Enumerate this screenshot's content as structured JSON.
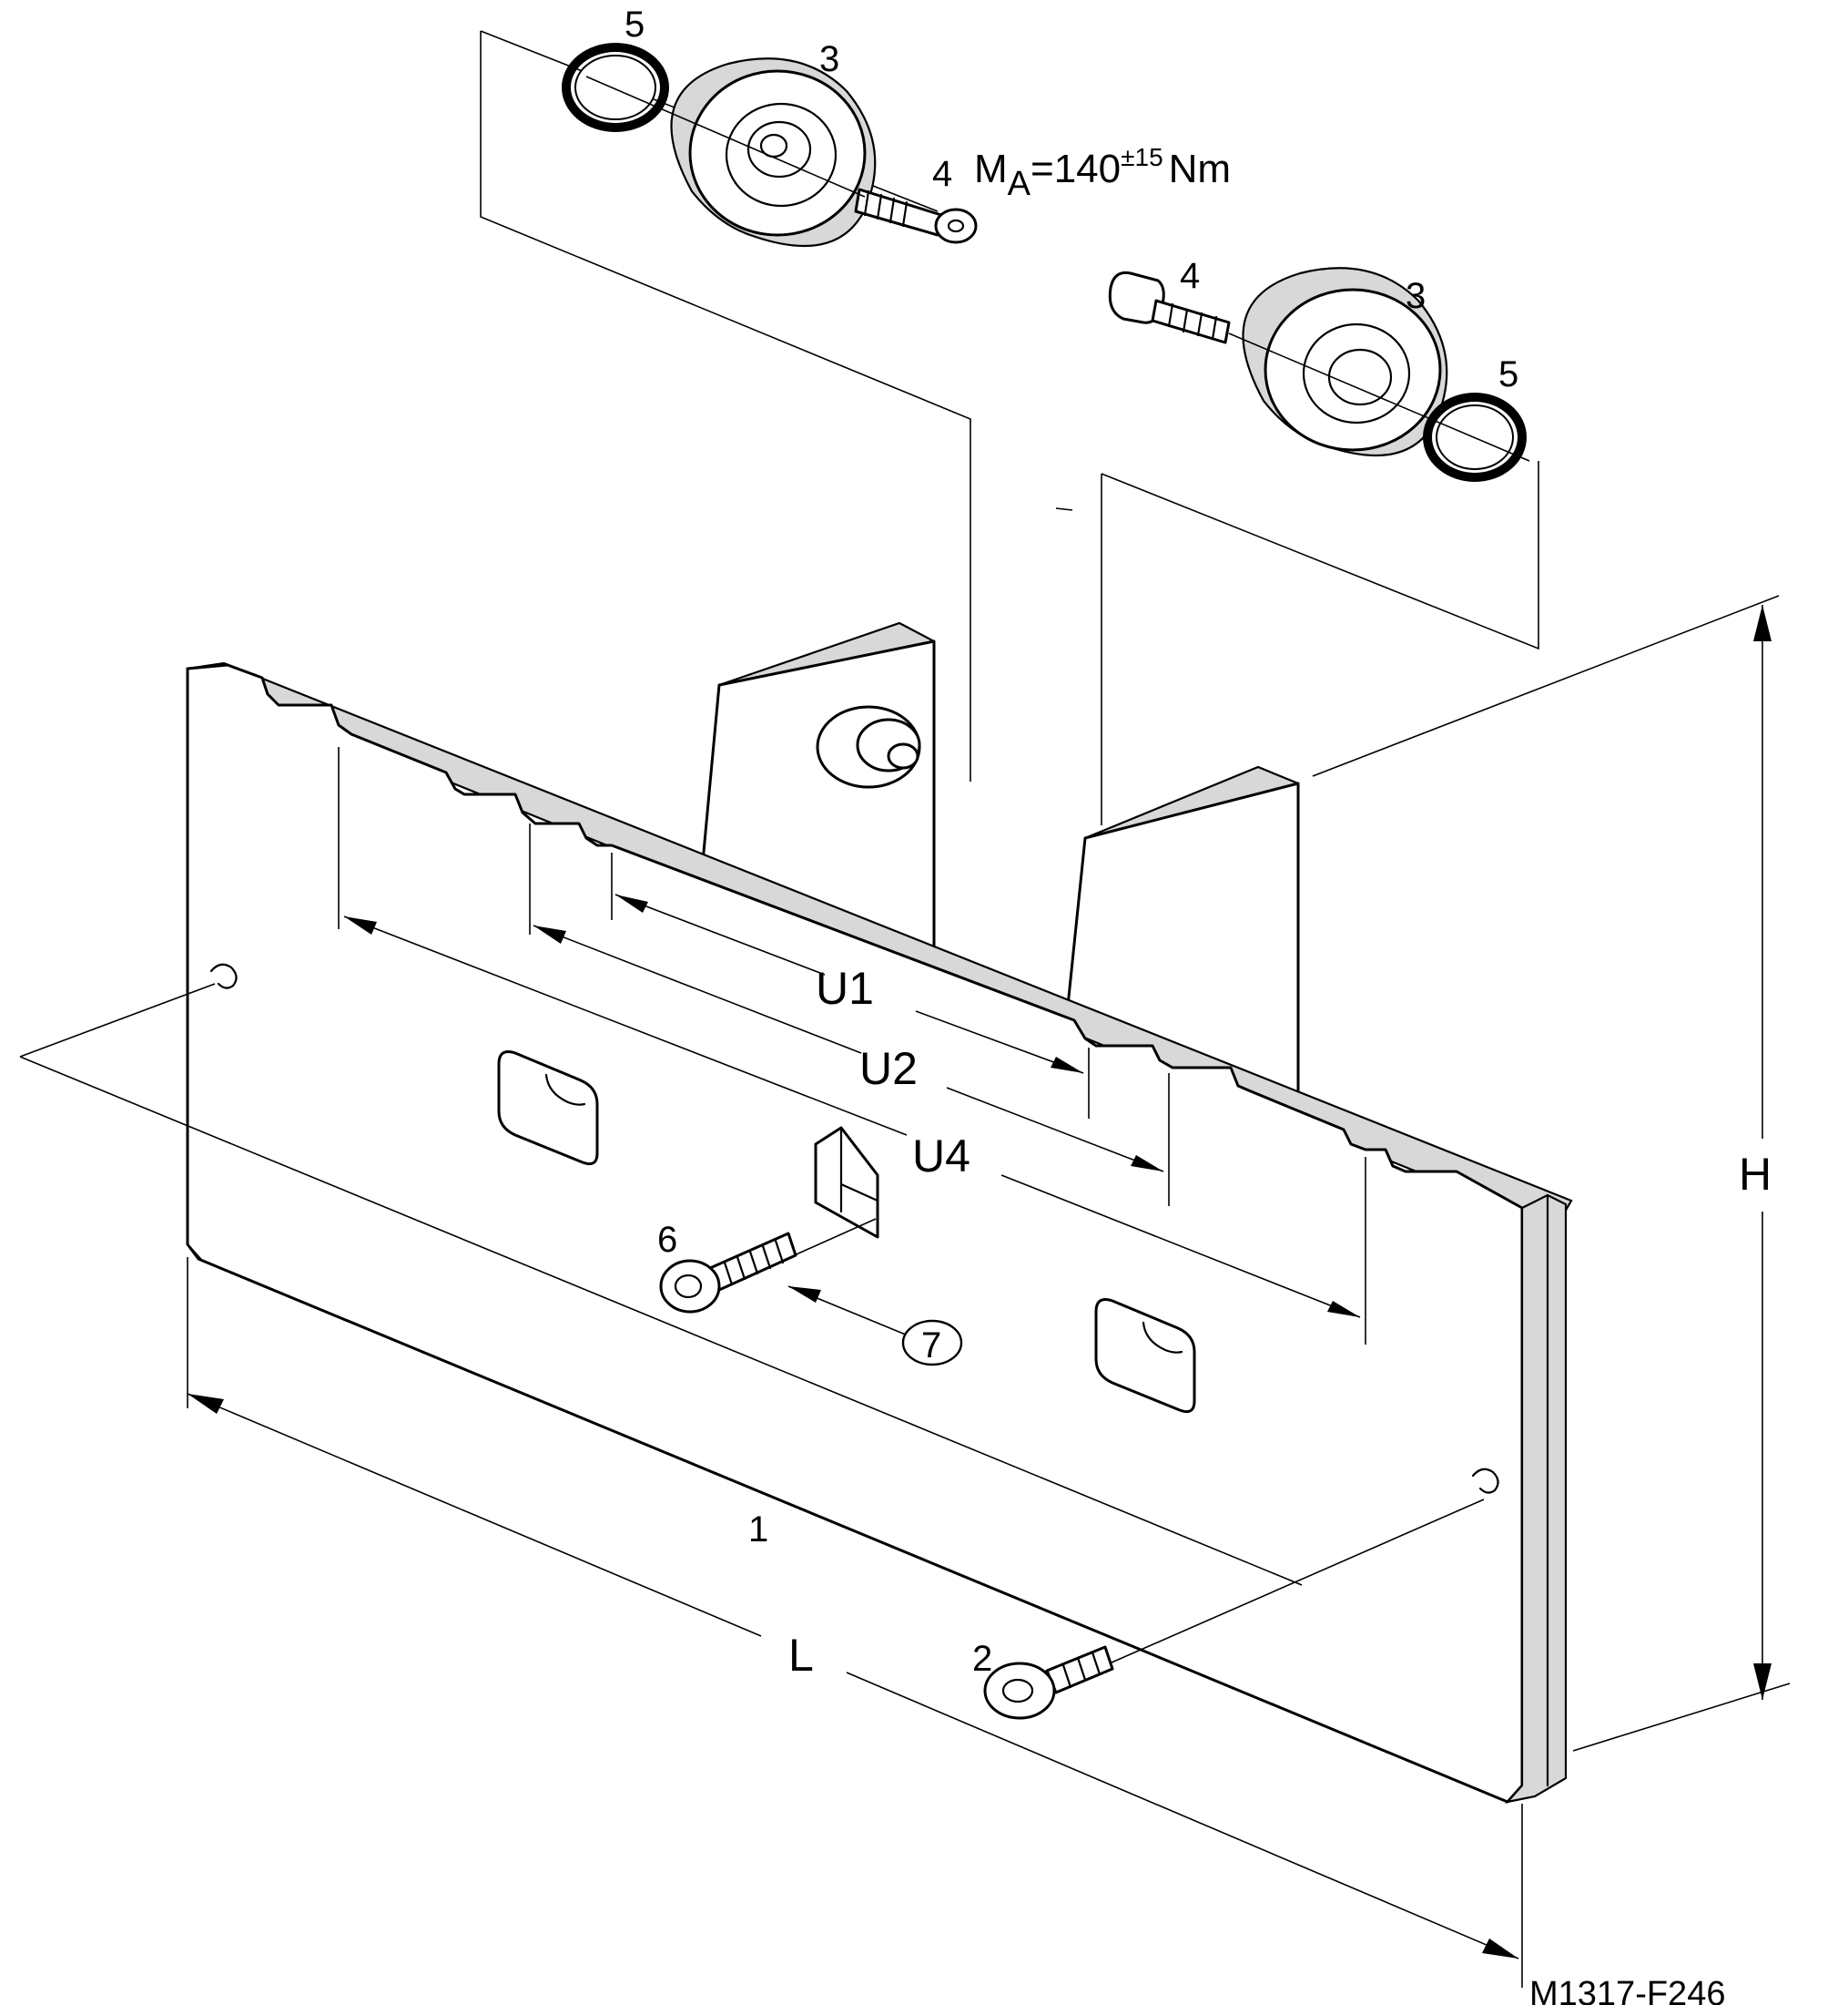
{
  "callouts": {
    "c1": "1",
    "c2": "2",
    "c3a": "3",
    "c3b": "3",
    "c4a": "4",
    "c4b": "4",
    "c5a": "5",
    "c5b": "5",
    "c6": "6",
    "c7": "7"
  },
  "torque": {
    "symbol": "M",
    "subscript": "A",
    "value": "=140",
    "tolerance": "±15",
    "unit": "Nm"
  },
  "dimensions": {
    "u1": "U1",
    "u2": "U2",
    "u4": "U4",
    "h": "H",
    "l": "L"
  },
  "drawing_number": "M1317-F246"
}
